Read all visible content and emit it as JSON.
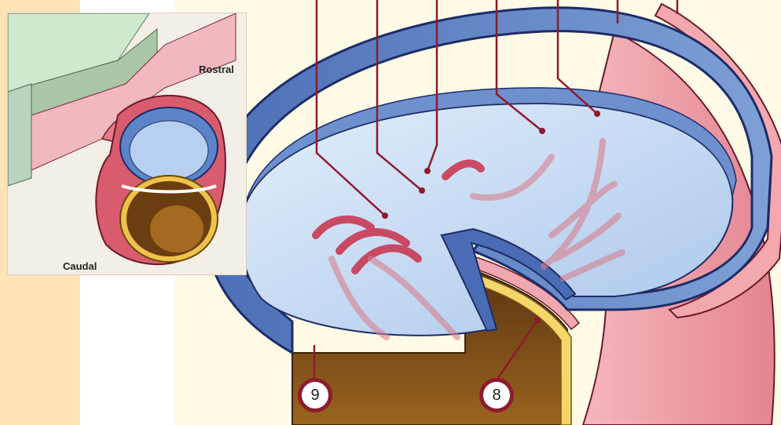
{
  "inset": {
    "rostral_label": "Rostral",
    "caudal_label": "Caudal"
  },
  "callouts": {
    "c9": "9",
    "c8": "8"
  },
  "colors": {
    "leader_line": "#8e1b2e",
    "blue_wall": "#4d73b8",
    "pink_wall": "#e8909a",
    "arrows": "#c9304a"
  }
}
